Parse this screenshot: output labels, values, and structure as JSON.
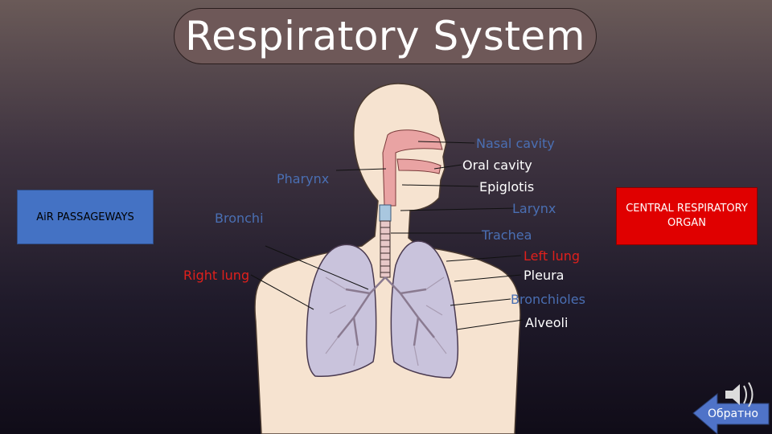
{
  "title": "Respiratory System",
  "left_box": "AiR PASSAGEWAYS",
  "right_box": "CENTRAL RESPIRATORY ORGAN",
  "labels": {
    "pharynx": "Pharynx",
    "bronchi": "Bronchi",
    "right_lung": "Right lung",
    "nasal_cavity": "Nasal cavity",
    "oral_cavity": "Oral cavity",
    "epiglotis": "Epiglotis",
    "larynx": "Larynx",
    "trachea": "Trachea",
    "left_lung": "Left lung",
    "pleura": "Pleura",
    "bronchioles": "Bronchioles",
    "alveoli": "Alveoli"
  },
  "back_button": "Обратно",
  "colors": {
    "body": "#f6e3d0",
    "lung": "#c9c3dc",
    "airway": "#e9a3a3",
    "left_box": "#4472c4",
    "right_box": "#e00000",
    "label_blue": "#4a6fb3",
    "label_red": "#e0201c"
  }
}
